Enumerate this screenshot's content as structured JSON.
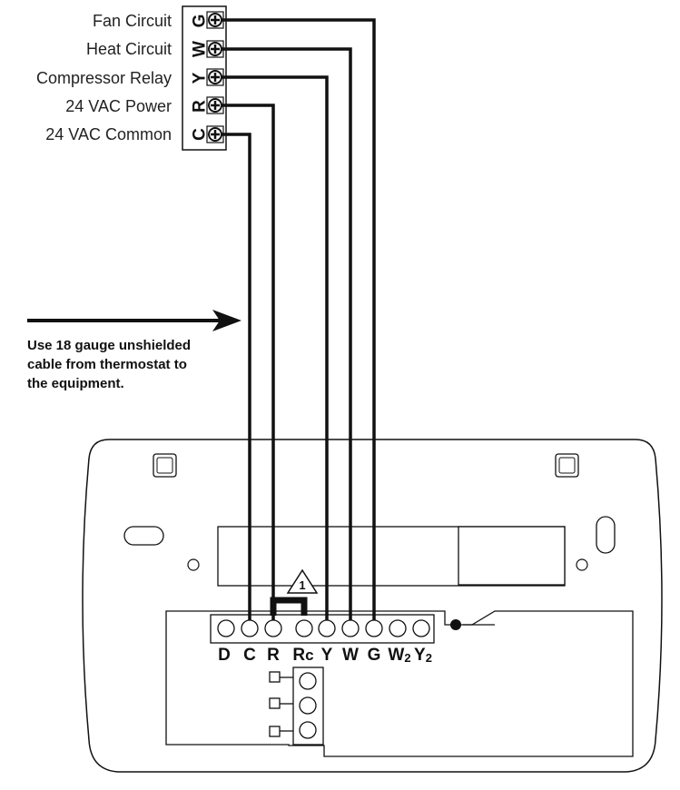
{
  "equipment_labels": [
    {
      "letter": "G",
      "label": "Fan Circuit"
    },
    {
      "letter": "W",
      "label": "Heat Circuit"
    },
    {
      "letter": "Y",
      "label": "Compressor Relay"
    },
    {
      "letter": "R",
      "label": "24 VAC Power"
    },
    {
      "letter": "C",
      "label": "24 VAC Common"
    }
  ],
  "note": {
    "line1": "Use 18 gauge unshielded",
    "line2": "cable from thermostat to",
    "line3": "the equipment."
  },
  "terminals": {
    "D": "D",
    "C": "C",
    "R": "R",
    "Rc_main": "R",
    "Rc_sub": "c",
    "Y": "Y",
    "W": "W",
    "G": "G",
    "W2_main": "W",
    "W2_sub": "2",
    "Y2_main": "Y",
    "Y2_sub": "2"
  },
  "warning_number": "1",
  "colors": {
    "line": "#111111",
    "plate": "#ffffff"
  }
}
